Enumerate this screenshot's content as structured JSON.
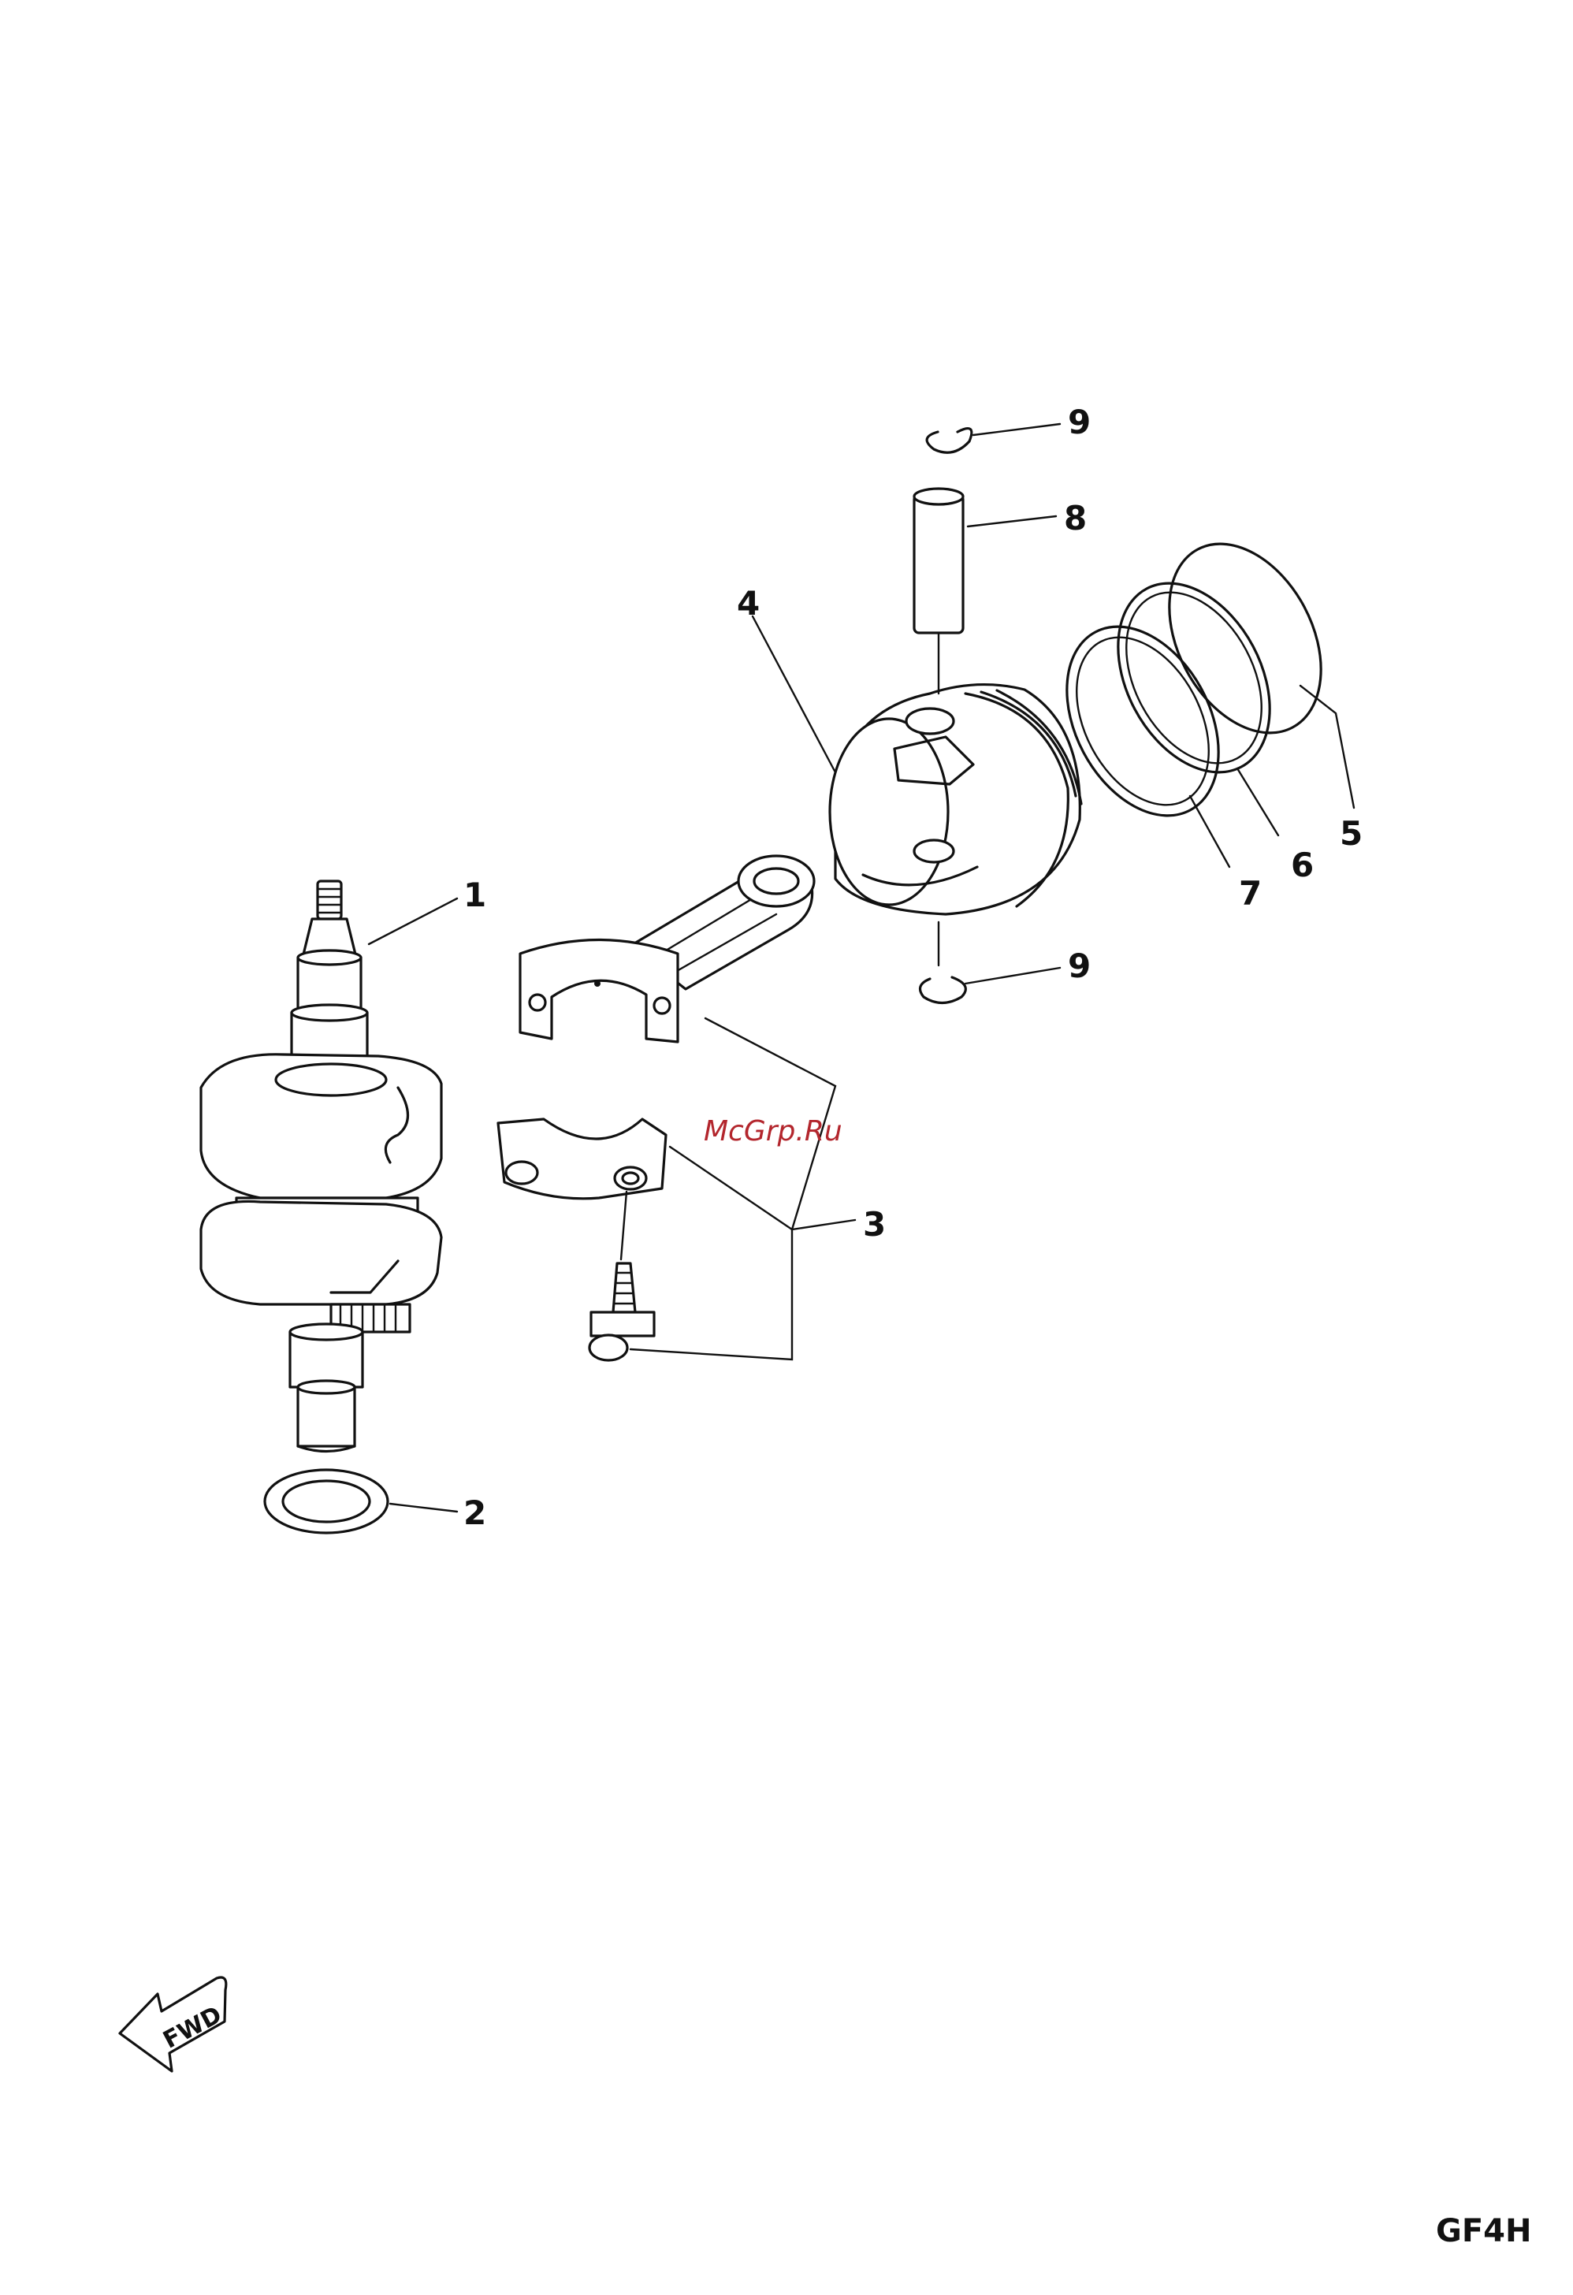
{
  "callouts": {
    "crankshaft": "1",
    "washer": "2",
    "connecting_rod": "3",
    "piston": "4",
    "ring_top": "5",
    "ring_second": "6",
    "ring_oil": "7",
    "piston_pin": "8",
    "clip_top": "9",
    "clip_bottom": "9"
  },
  "watermark": "McGrp.Ru",
  "fwd_label": "FWD",
  "diagram_code": "GF4H"
}
